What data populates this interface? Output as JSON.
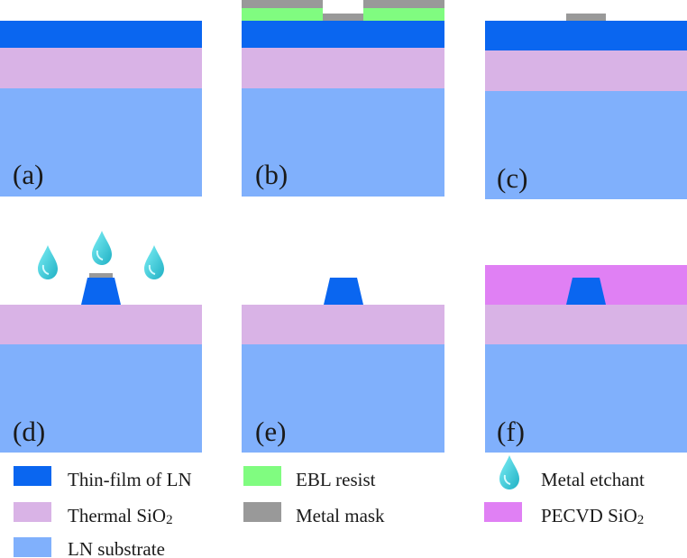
{
  "colors": {
    "thin_film_ln": "#0a66f0",
    "thermal_sio2": "#d9b3e6",
    "ln_substrate": "#80b0fc",
    "ebl_resist": "#80fc80",
    "metal_mask": "#999999",
    "pecvd_sio2": "#e080f4",
    "etchant_light": "#5fe0ec",
    "etchant_dark": "#22b8c8"
  },
  "panels": [
    {
      "id": "a",
      "label": "(a)"
    },
    {
      "id": "b",
      "label": "(b)"
    },
    {
      "id": "c",
      "label": "(c)"
    },
    {
      "id": "d",
      "label": "(d)"
    },
    {
      "id": "e",
      "label": "(e)"
    },
    {
      "id": "f",
      "label": "(f)"
    }
  ],
  "legend": {
    "thin_film_ln": "Thin-film of LN",
    "thermal_sio2": "Thermal SiO",
    "thermal_sio2_sub": "2",
    "ln_substrate": "LN substrate",
    "ebl_resist": "EBL resist",
    "metal_mask": "Metal mask",
    "metal_etchant": "Metal etchant",
    "pecvd_sio2": "PECVD SiO",
    "pecvd_sio2_sub": "2"
  },
  "icons": {
    "etchant_drop": "droplet-icon"
  }
}
